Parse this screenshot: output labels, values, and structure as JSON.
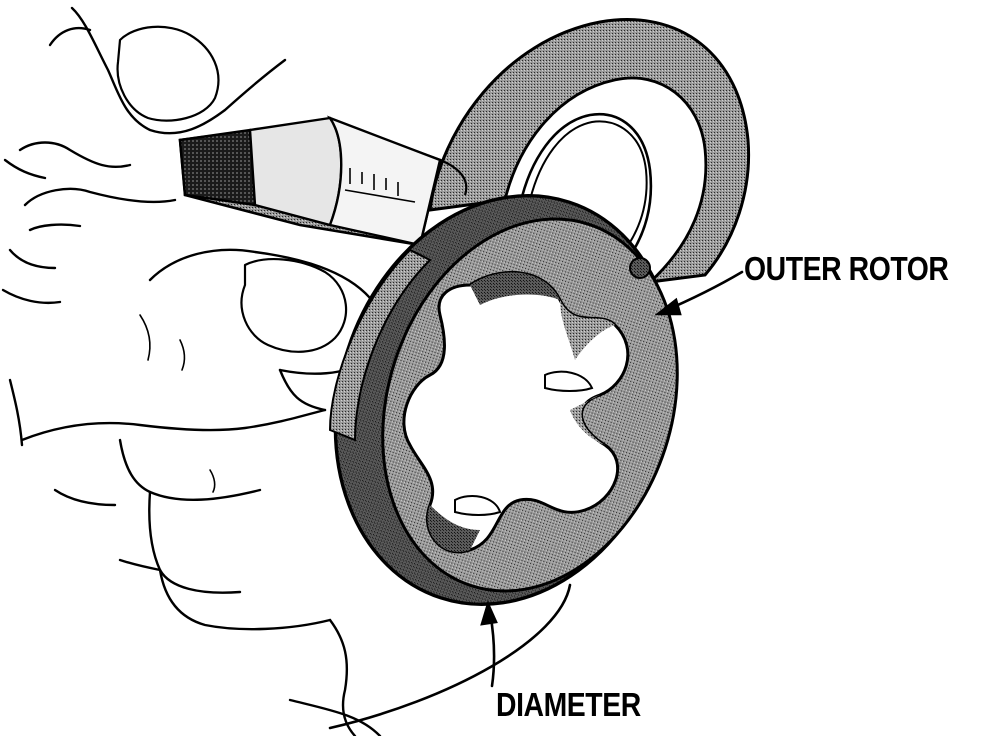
{
  "labels": {
    "outer_rotor": "OUTER ROTOR",
    "diameter": "DIAMETER"
  },
  "colors": {
    "ink": "#000000",
    "tone": "#8c8c8c",
    "tone_dark": "#555555",
    "paper": "#ffffff"
  },
  "icons": [
    "hand",
    "micrometer",
    "outer-rotor"
  ]
}
